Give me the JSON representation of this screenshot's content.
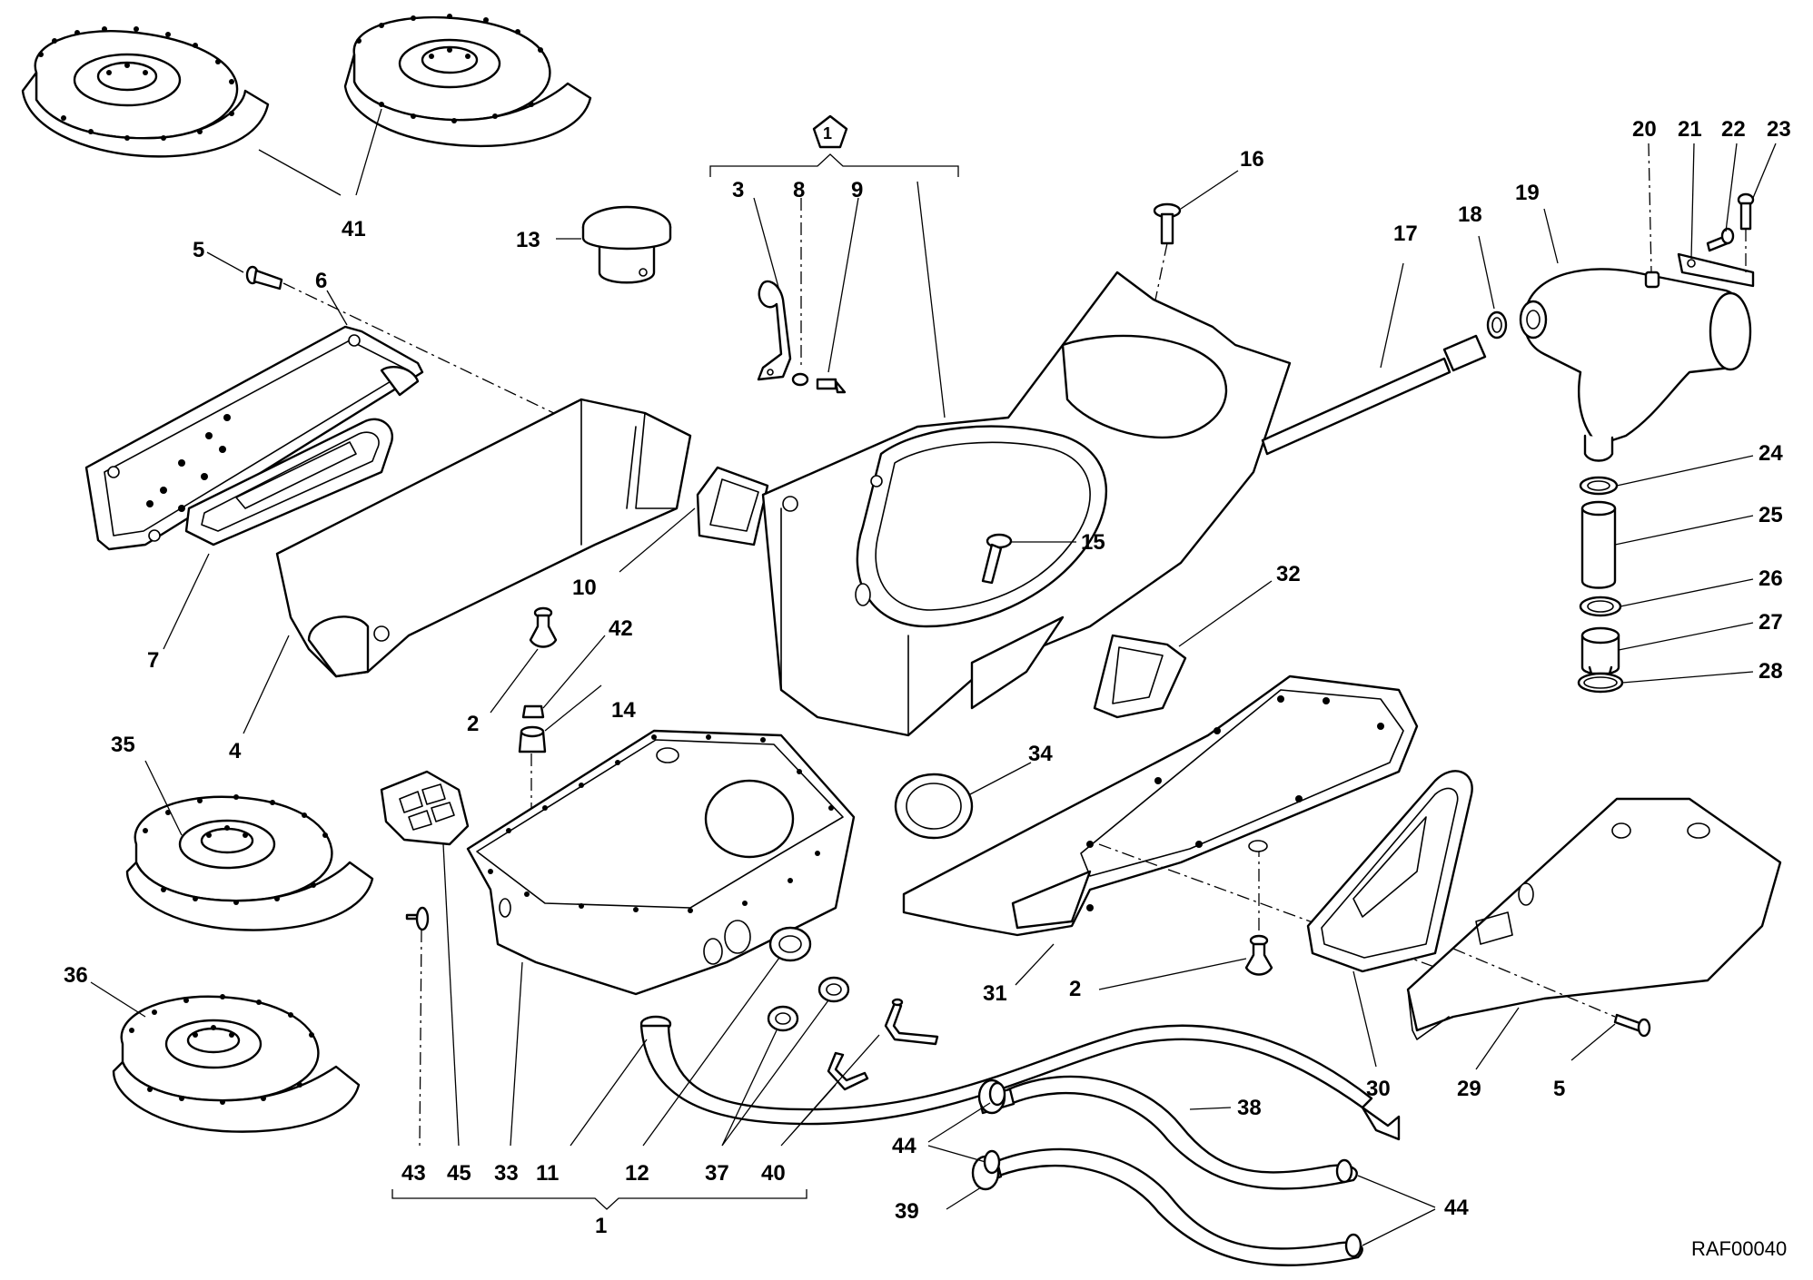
{
  "diagram": {
    "reference_code": "RAF00040",
    "kit_symbol": "1",
    "callouts": {
      "c1": "1",
      "c2a": "2",
      "c2b": "2",
      "c3": "3",
      "c4": "4",
      "c5a": "5",
      "c5b": "5",
      "c6": "6",
      "c7": "7",
      "c8": "8",
      "c9": "9",
      "c10": "10",
      "c11": "11",
      "c12": "12",
      "c13": "13",
      "c14": "14",
      "c15": "15",
      "c16": "16",
      "c17": "17",
      "c18": "18",
      "c19": "19",
      "c20": "20",
      "c21": "21",
      "c22": "22",
      "c23": "23",
      "c24": "24",
      "c25": "25",
      "c26": "26",
      "c27": "27",
      "c28": "28",
      "c29": "29",
      "c30": "30",
      "c31": "31",
      "c32": "32",
      "c33": "33",
      "c34": "34",
      "c35": "35",
      "c36": "36",
      "c37": "37",
      "c38": "38",
      "c39": "39",
      "c40": "40",
      "c41": "41",
      "c42": "42",
      "c43": "43",
      "c44a": "44",
      "c44b": "44",
      "c45": "45"
    }
  }
}
